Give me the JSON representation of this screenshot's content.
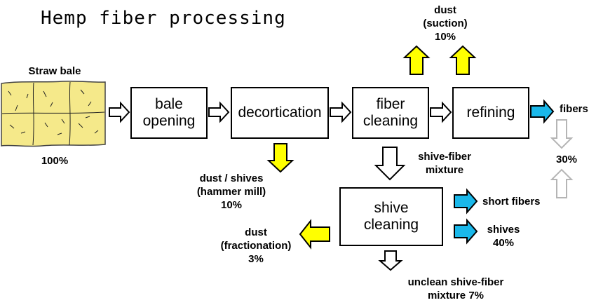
{
  "title": "Hemp fiber processing",
  "colors": {
    "yellow_arrow": "#ffff00",
    "blue_arrow": "#1ab8ea",
    "white_arrow": "#ffffff",
    "bale_fill": "#f5e98a",
    "outline": "#000000",
    "light_outline": "#b5b5b5"
  },
  "inputs": {
    "straw_bale": {
      "label": "Straw bale",
      "percent": "100%"
    }
  },
  "process_steps": {
    "bale_opening": "bale\nopening",
    "decortication": "decortication",
    "fiber_cleaning": "fiber\ncleaning",
    "refining": "refining",
    "shive_cleaning": "shive\ncleaning"
  },
  "outputs": {
    "dust_suction": {
      "line1": "dust",
      "line2": "(suction)",
      "percent": "10%"
    },
    "dust_shives": {
      "line1": "dust / shives",
      "line2": "(hammer mill)",
      "percent": "10%"
    },
    "shive_fiber_mixture": {
      "line1": "shive-fiber",
      "line2": "mixture"
    },
    "fibers": {
      "label": "fibers"
    },
    "fibers_percent": "30%",
    "short_fibers": {
      "label": "short fibers"
    },
    "shives": {
      "label": "shives",
      "percent": "40%"
    },
    "dust_fractionation": {
      "line1": "dust",
      "line2": "(fractionation)",
      "percent": "3%"
    },
    "unclean_mixture": {
      "line1": "unclean shive-fiber",
      "line2": "mixture 7%"
    }
  }
}
